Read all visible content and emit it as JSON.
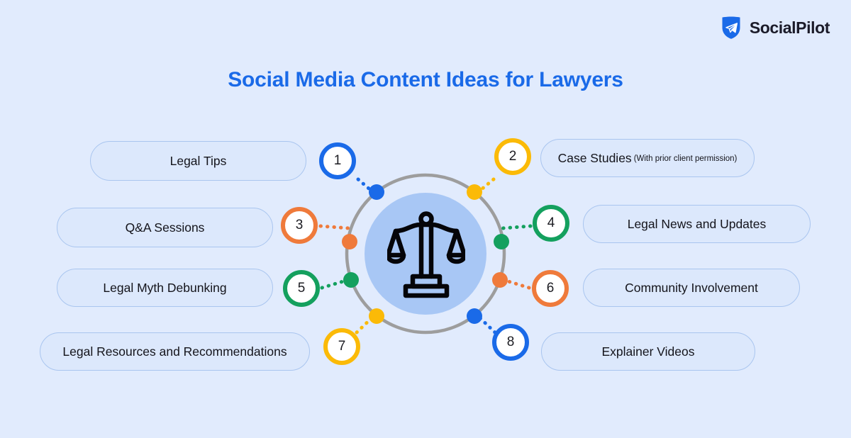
{
  "brand": {
    "name": "SocialPilot",
    "logo_icon": "paper-plane-shield-icon"
  },
  "title": "Social Media Content Ideas for Lawyers",
  "center": {
    "icon": "scales-of-justice-icon",
    "disc_color": "#a8c7f5",
    "ring_color": "#9d9d9d"
  },
  "colors": {
    "background": "#e1ebfd",
    "title": "#1a6ae8",
    "blue": "#1a6ae8",
    "yellow": "#fbba07",
    "orange": "#ef7a3b",
    "green": "#14a05e",
    "pill_fill": "#dce8fc",
    "pill_border": "#a9c5ef"
  },
  "items": [
    {
      "number": "1",
      "label": "Legal Tips",
      "sub": "",
      "color": "#1a6ae8",
      "side": "left"
    },
    {
      "number": "2",
      "label": "Case Studies",
      "sub": "(With prior client permission)",
      "color": "#fbba07",
      "side": "right"
    },
    {
      "number": "3",
      "label": "Q&A Sessions",
      "sub": "",
      "color": "#ef7a3b",
      "side": "left"
    },
    {
      "number": "4",
      "label": "Legal News and Updates",
      "sub": "",
      "color": "#14a05e",
      "side": "right"
    },
    {
      "number": "5",
      "label": "Legal Myth Debunking",
      "sub": "",
      "color": "#14a05e",
      "side": "left"
    },
    {
      "number": "6",
      "label": "Community Involvement",
      "sub": "",
      "color": "#ef7a3b",
      "side": "right"
    },
    {
      "number": "7",
      "label": "Legal Resources and Recommendations",
      "sub": "",
      "color": "#fbba07",
      "side": "left"
    },
    {
      "number": "8",
      "label": "Explainer Videos",
      "sub": "",
      "color": "#1a6ae8",
      "side": "right"
    }
  ]
}
